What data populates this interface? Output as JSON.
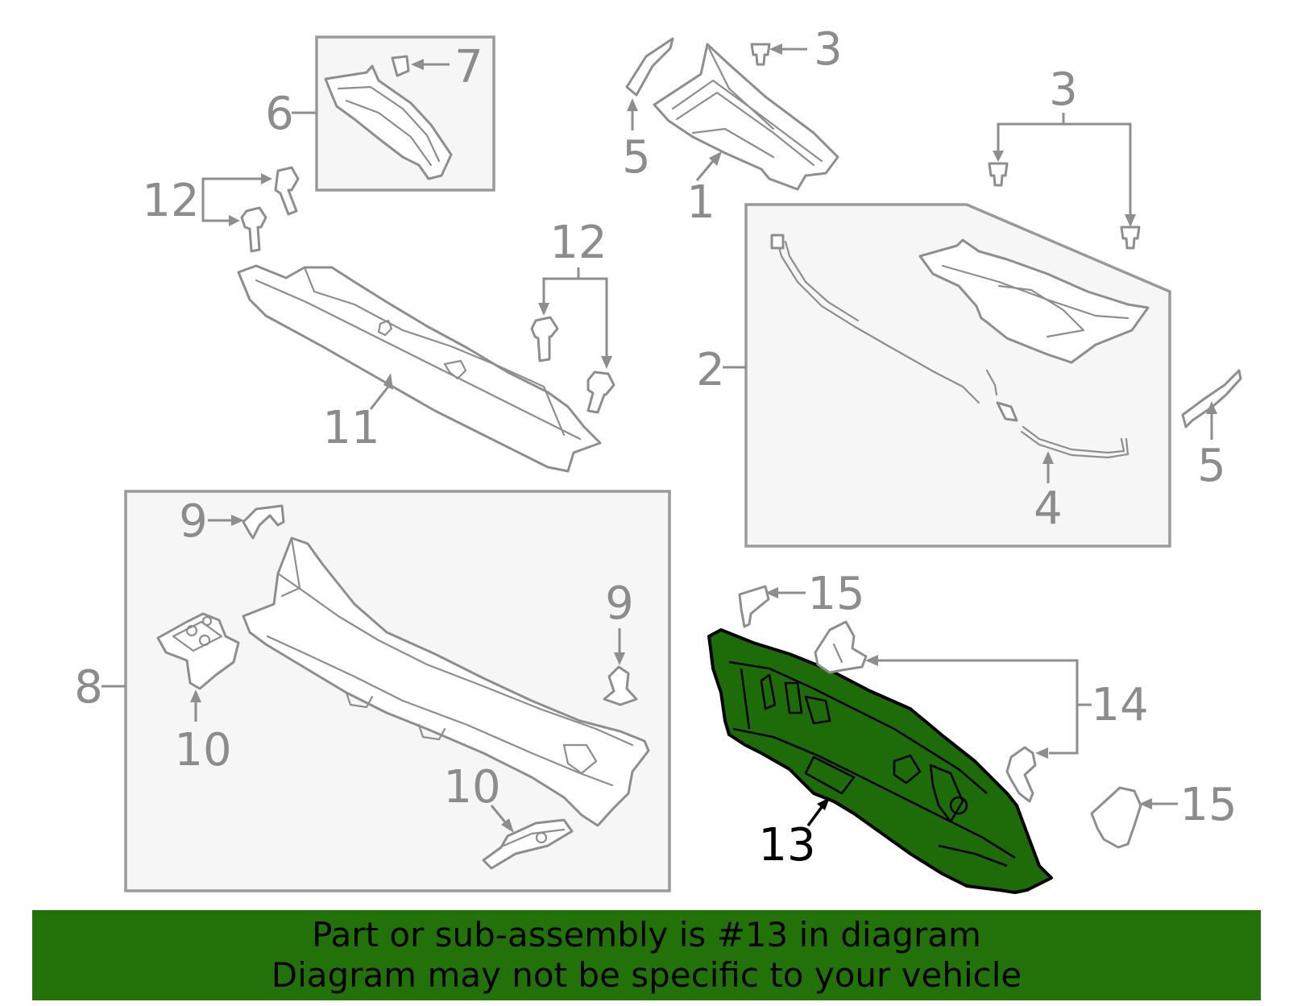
{
  "callouts": {
    "c1": "1",
    "c2": "2",
    "c3a": "3",
    "c3b": "3",
    "c4": "4",
    "c5a": "5",
    "c5b": "5",
    "c6": "6",
    "c7": "7",
    "c8": "8",
    "c9a": "9",
    "c9b": "9",
    "c10a": "10",
    "c10b": "10",
    "c11": "11",
    "c12a": "12",
    "c12b": "12",
    "c13": "13",
    "c14": "14",
    "c15a": "15",
    "c15b": "15"
  },
  "highlighted_part": "13",
  "colors": {
    "highlight": "#1e6b0a",
    "banner": "#227209",
    "line": "#8e8e8e"
  },
  "banner": {
    "line1": "Part or sub-assembly is #13 in diagram",
    "line2": "Diagram may not be specific to your vehicle"
  }
}
